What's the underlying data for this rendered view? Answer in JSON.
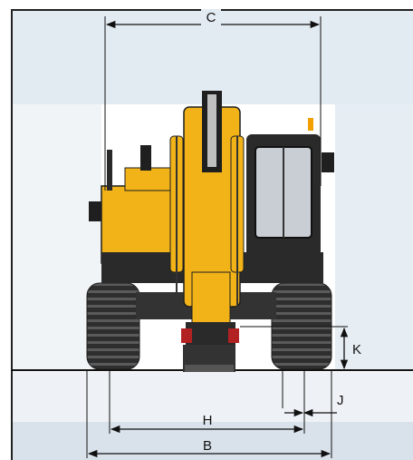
{
  "labels": {
    "C": "C",
    "K": "K",
    "J": "J",
    "H": "H",
    "B": "B"
  },
  "colors": {
    "background_top": "#e3ebf2",
    "background_bottom": "#eef2f6",
    "ground_band": "#d9e2ea",
    "machine_yellow": "#f2b318",
    "machine_dark": "#2a2a2a",
    "track": "#3a3a3a",
    "dimension_line": "#111111"
  }
}
